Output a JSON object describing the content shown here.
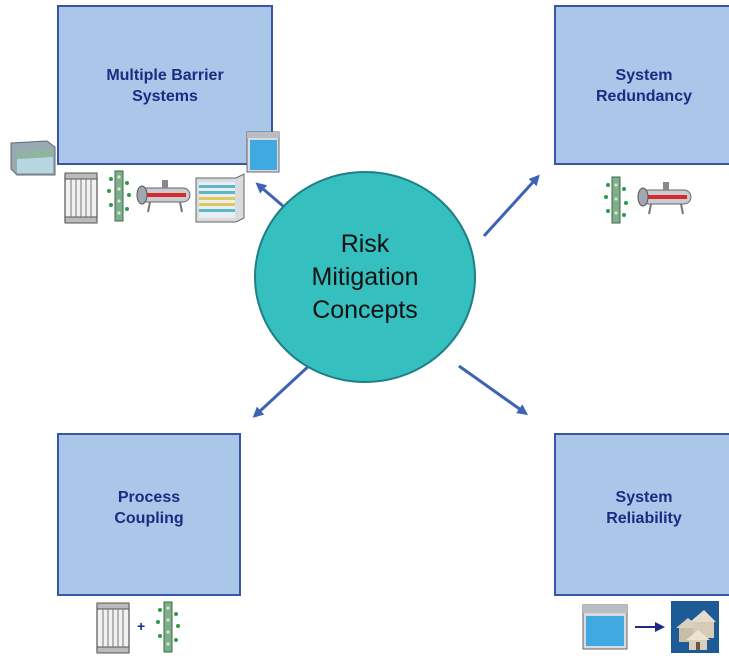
{
  "center": {
    "label_lines": [
      "Risk",
      "Mitigation",
      "Concepts"
    ]
  },
  "concepts": {
    "multiple_barrier": {
      "label_lines": [
        "Multiple Barrier",
        "Systems"
      ]
    },
    "redundancy": {
      "label_lines": [
        "System",
        "Redundancy"
      ]
    },
    "process_coupling": {
      "label_lines": [
        "Process",
        "Coupling"
      ],
      "connector": "+"
    },
    "reliability": {
      "label_lines": [
        "System",
        "Reliability"
      ]
    }
  },
  "colors": {
    "box_fill": "#aac7ea",
    "box_border": "#3b55a6",
    "box_text": "#1c2a82",
    "circle_fill": "#36bfbf",
    "arrow": "#3d63b5"
  },
  "icons": {
    "multiple_barrier": [
      "sedimentation-basin-icon",
      "membrane-module-icon",
      "cartridge-filter-icon",
      "uv-reactor-icon",
      "layered-media-filter-icon",
      "storage-tank-icon"
    ],
    "redundancy": [
      "cartridge-filter-icon",
      "uv-reactor-icon"
    ],
    "process_coupling": [
      "membrane-module-icon",
      "plus-icon",
      "cartridge-filter-icon"
    ],
    "reliability": [
      "storage-tank-icon",
      "arrow-right-icon",
      "houses-icon"
    ]
  }
}
